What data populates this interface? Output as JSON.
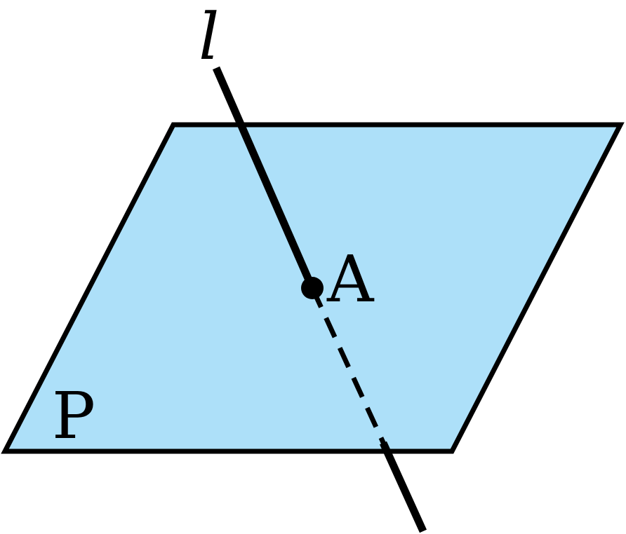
{
  "diagram": {
    "line_label": "l",
    "point_label": "A",
    "plane_label": "P"
  },
  "colors": {
    "plane_fill": "#ADE0F9",
    "stroke": "#000000",
    "background": "#ffffff"
  }
}
